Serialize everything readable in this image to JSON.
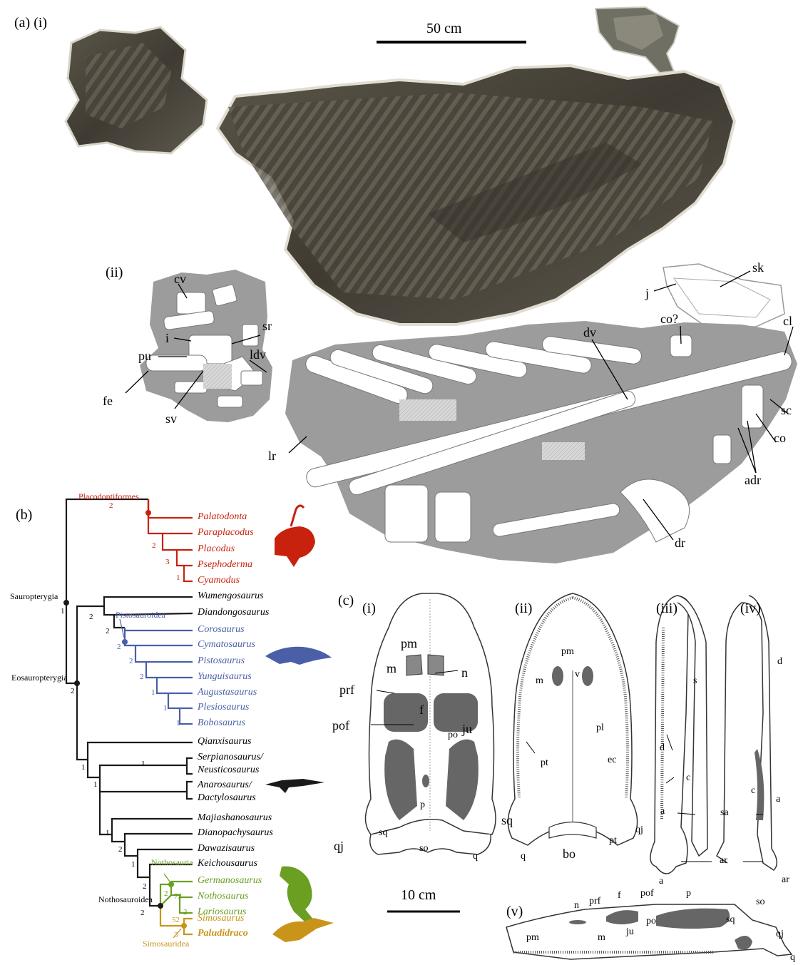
{
  "colors": {
    "placodont": "#c8210d",
    "eosaur": "#4a5fa8",
    "nothosauria": "#6a9f22",
    "simosauridea": "#c8951a",
    "black": "#1a1a1a",
    "matrix_grey": "#9c9c9c",
    "bone_white": "#ffffff",
    "skull_dark": "#6a6a6a"
  },
  "panel_a": {
    "label": "(a) (i)",
    "label_ii": "(ii)",
    "scale_label": "50 cm",
    "annotations": {
      "cv": "cv",
      "sr": "sr",
      "i": "i",
      "pu": "pu",
      "ldv": "ldv",
      "fe": "fe",
      "sv": "sv",
      "sk": "sk",
      "j": "j",
      "co_q": "co?",
      "cl": "cl",
      "dv": "dv",
      "sc": "sc",
      "co": "co",
      "lr": "lr",
      "adr": "adr",
      "dr": "dr"
    }
  },
  "panel_b": {
    "label": "(b)",
    "clades": {
      "placodontiformes": "Placodontiformes",
      "sauropterygia": "Sauropterygia",
      "eosauropterygia": "Eosauropterygia",
      "pistosauroidea": "Pistosauroidea",
      "nothosauroidea": "Nothosauroidea",
      "nothosauria": "Nothosauria",
      "simosauridea": "Simosauridea"
    },
    "taxa": [
      {
        "name": "Palatodonta",
        "group": "placodont"
      },
      {
        "name": "Paraplacodus",
        "group": "placodont"
      },
      {
        "name": "Placodus",
        "group": "placodont"
      },
      {
        "name": "Psephoderma",
        "group": "placodont"
      },
      {
        "name": "Cyamodus",
        "group": "placodont"
      },
      {
        "name": "Wumengosaurus",
        "group": "black"
      },
      {
        "name": "Diandongosaurus",
        "group": "black"
      },
      {
        "name": "Corosaurus",
        "group": "eosaur"
      },
      {
        "name": "Cymatosaurus",
        "group": "eosaur"
      },
      {
        "name": "Pistosaurus",
        "group": "eosaur"
      },
      {
        "name": "Yunguisaurus",
        "group": "eosaur"
      },
      {
        "name": "Augustasaurus",
        "group": "eosaur"
      },
      {
        "name": "Plesiosaurus",
        "group": "eosaur"
      },
      {
        "name": "Bobosaurus",
        "group": "eosaur"
      },
      {
        "name": "Qianxisaurus",
        "group": "black"
      },
      {
        "name": "Serpianosaurus/",
        "group": "black"
      },
      {
        "name": "Neusticosaurus",
        "group": "black"
      },
      {
        "name": "Anarosaurus/",
        "group": "black"
      },
      {
        "name": "Dactylosaurus",
        "group": "black"
      },
      {
        "name": "Majiashanosaurus",
        "group": "black"
      },
      {
        "name": "Dianopachysaurus",
        "group": "black"
      },
      {
        "name": "Dawazisaurus",
        "group": "black"
      },
      {
        "name": "Keichousaurus",
        "group": "black"
      },
      {
        "name": "Germanosaurus",
        "group": "nothosauria"
      },
      {
        "name": "Nothosaurus",
        "group": "nothosauria"
      },
      {
        "name": "Lariosaurus",
        "group": "nothosauria"
      },
      {
        "name": "Simosaurus",
        "group": "simosauridea"
      },
      {
        "name": "Paludidraco",
        "group": "simosauridea"
      }
    ],
    "node_values": [
      "2",
      "2",
      "3",
      "1",
      "1",
      "2",
      "2",
      "2",
      "2",
      "2",
      "1",
      "1",
      "1",
      "2",
      "1",
      "1",
      "1",
      "1",
      "2",
      "1",
      "2",
      "2",
      "73",
      "2",
      "52",
      "3",
      "1",
      "2"
    ]
  },
  "panel_c": {
    "label": "(c)",
    "views": {
      "i": "(i)",
      "ii": "(ii)",
      "iii": "(iii)",
      "iv": "(iv)",
      "v": "(v)"
    },
    "scale_label": "10 cm",
    "annotations": {
      "pm": "pm",
      "m": "m",
      "n": "n",
      "prf": "prf",
      "f": "f",
      "pof": "pof",
      "po": "po",
      "ju": "ju",
      "p": "p",
      "sq": "sq",
      "qj": "qj",
      "so": "so",
      "q": "q",
      "v": "v",
      "pl": "pl",
      "pt": "pt",
      "ec": "ec",
      "bo": "bo",
      "s": "s",
      "d": "d",
      "c": "c",
      "a": "a",
      "sa": "sa",
      "ar": "ar"
    }
  }
}
